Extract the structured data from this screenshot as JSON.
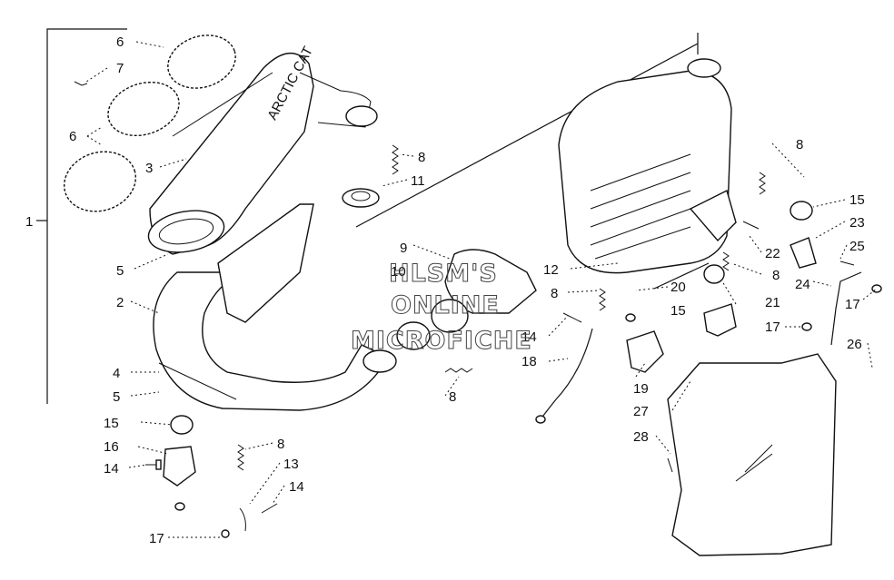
{
  "callouts": {
    "c1": "1",
    "c2": "2",
    "c3": "3",
    "c4": "4",
    "c5a": "5",
    "c5b": "5",
    "c6a": "6",
    "c6b": "6",
    "c7": "7",
    "c8a": "8",
    "c8b": "8",
    "c8c": "8",
    "c8d": "8",
    "c8e": "8",
    "c8f": "8",
    "c9": "9",
    "c10": "10",
    "c11": "11",
    "c12": "12",
    "c13": "13",
    "c14a": "14",
    "c14b": "14",
    "c14c": "14",
    "c15a": "15",
    "c15b": "15",
    "c15c": "15",
    "c16": "16",
    "c17a": "17",
    "c17b": "17",
    "c17c": "17",
    "c18": "18",
    "c19": "19",
    "c20": "20",
    "c21": "21",
    "c22": "22",
    "c23": "23",
    "c24": "24",
    "c25": "25",
    "c26": "26",
    "c27": "27",
    "c28": "28"
  },
  "muffler_text": "ARCTIC CAT",
  "watermark": [
    "HLSM'S",
    "ONLINE",
    "MICROFICHE"
  ],
  "colors": {
    "ink": "#111111",
    "background": "#ffffff"
  }
}
